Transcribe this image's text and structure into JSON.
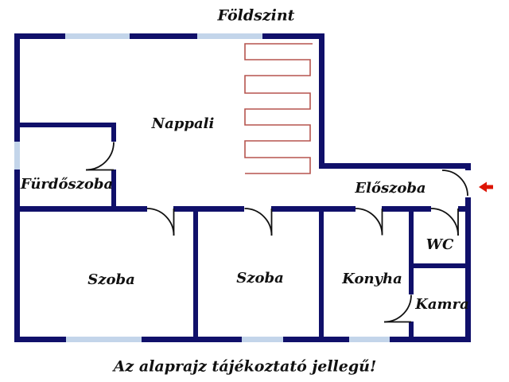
{
  "title": "Földszint",
  "footer": "Az alaprajz tájékoztató jellegű!",
  "rooms": {
    "nappali": {
      "label": "Nappali"
    },
    "furdoszoba": {
      "label": "Fürdőszoba"
    },
    "eloszoba": {
      "label": "Előszoba"
    },
    "wc": {
      "label": "WC"
    },
    "szoba1": {
      "label": "Szoba"
    },
    "szoba2": {
      "label": "Szoba"
    },
    "konyha": {
      "label": "Konyha"
    },
    "kamra": {
      "label": "Kamra"
    }
  },
  "icons": {
    "stairs": "serpentine-staircase-symbol",
    "entrance_arrow": "red-left-pointing-arrow-at-entrance-door"
  },
  "colors": {
    "wall": "#10106a",
    "window": "#c3d5ea",
    "stairs": "#b5544e",
    "arrow": "#dd1505",
    "text": "#111111",
    "door_line": "#111111",
    "background": "#ffffff"
  }
}
